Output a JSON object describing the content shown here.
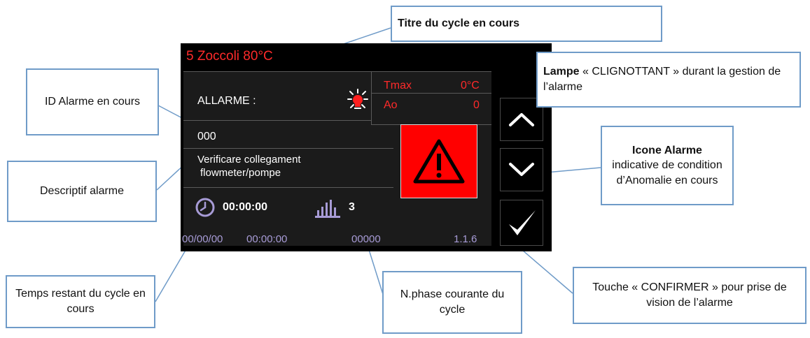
{
  "screen": {
    "cycle_title": "5 Zoccoli 80°C",
    "alarm_label": "ALLARME :",
    "tmax_label": "Tmax",
    "tmax_value": "0°C",
    "ao_label": "Ao",
    "ao_value": "0",
    "alarm_id": "000",
    "alarm_desc_line1": "Verificare collegament",
    "alarm_desc_line2": "flowmeter/pompe",
    "remaining_time": "00:00:00",
    "phase_number": "3",
    "footer_date": "00/00/00",
    "footer_time": "00:00:00",
    "footer_counter": "00000",
    "version": "1.1.6",
    "colors": {
      "title_red": "#ff2a2a",
      "footer_purple": "#a79bd6",
      "alarm_red": "#ff0000",
      "leader_blue": "#6f9bc8"
    },
    "icons": [
      "lamp-icon",
      "warning-triangle-icon",
      "clock-icon",
      "bar-chart-icon",
      "chevron-up-icon",
      "chevron-down-icon",
      "checkmark-icon"
    ]
  },
  "callouts": {
    "cycle_title_bold": "Titre du cycle en cours",
    "lamp_bold": "Lampe",
    "lamp_rest": " « CLIGNOTTANT » durant la gestion de l’alarme",
    "alarm_id": "ID Alarme en cours",
    "desc": "Descriptif alarme",
    "icon_bold": "Icone Alarme",
    "icon_rest": "indicative de condition d’Anomalie en cours",
    "time": "Temps restant du cycle en cours",
    "phase": "N.phase courante du cycle",
    "confirm": "Touche « CONFIRMER » pour prise de vision de l’alarme"
  }
}
